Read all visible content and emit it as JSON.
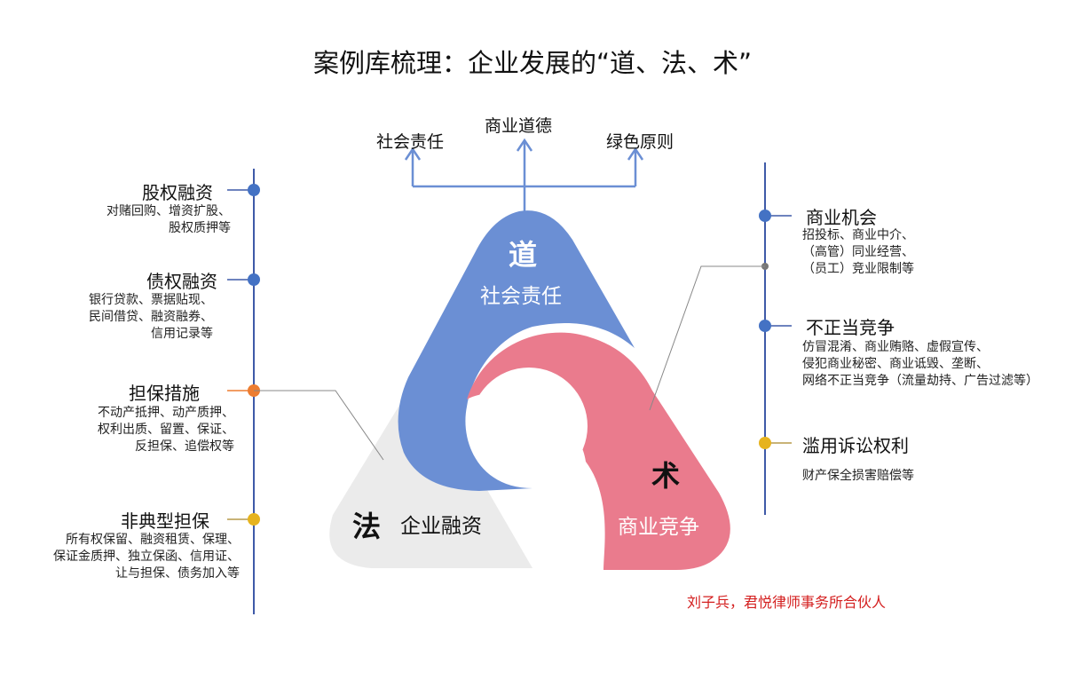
{
  "title": "案例库梳理：企业发展的“道、法、术”",
  "top_arrows": [
    "社会责任",
    "商业道德",
    "绿色原则"
  ],
  "dao": {
    "char": "道",
    "label": "社会责任",
    "color": "#6b8fd4"
  },
  "fa": {
    "char": "法",
    "label": "企业融资",
    "color": "#ebebeb"
  },
  "shu": {
    "char": "术",
    "label": "商业竞争",
    "color": "#ea7b8d"
  },
  "left_items": [
    {
      "title": "股权融资",
      "desc": "对赌回购、增资扩股、\n股权质押等",
      "dot_color": "#4472c4"
    },
    {
      "title": "债权融资",
      "desc": "银行贷款、票据贴现、\n民间借贷、融资融券、\n信用记录等",
      "dot_color": "#4472c4"
    },
    {
      "title": "担保措施",
      "desc": "不动产抵押、动产质押、\n权利出质、留置、保证、\n反担保、追偿权等",
      "dot_color": "#ed7d31"
    },
    {
      "title": "非典型担保",
      "desc": "所有权保留、融资租赁、保理、\n保证金质押、独立保函、信用证、\n让与担保、债务加入等",
      "dot_color": "#e6b31e"
    }
  ],
  "right_items": [
    {
      "title": "商业机会",
      "desc": "招投标、商业中介、\n（高管）同业经营、\n（员工）竞业限制等",
      "dot_color": "#4472c4"
    },
    {
      "title": "不正当竞争",
      "desc": "仿冒混淆、商业贿赂、虚假宣传、\n侵犯商业秘密、商业诋毁、垄断、\n网络不正当竞争（流量劫持、广告过滤等）",
      "dot_color": "#4472c4"
    },
    {
      "title": "滥用诉讼权利",
      "desc": "财产保全损害赔偿等",
      "dot_color": "#e6b31e"
    }
  ],
  "author": "刘子兵，君悦律师事务所合伙人",
  "colors": {
    "axis": "#3f5aa8",
    "arrow": "#6b8fd4",
    "author": "#d42020",
    "connector": "#888888"
  }
}
